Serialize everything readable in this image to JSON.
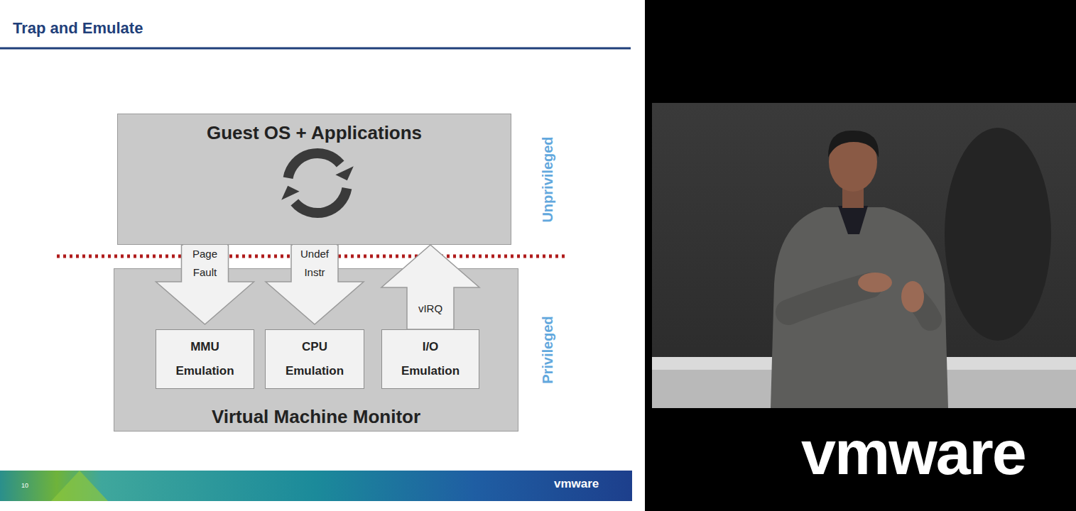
{
  "diagram": {
    "title": "Trap and Emulate",
    "nodes": [
      {
        "text": [
          "Guest OS + Applications"
        ]
      },
      {
        "text": [
          "Virtual Machine Monitor"
        ]
      },
      {
        "text": [
          "MMU Emulation"
        ],
        "in": 1
      },
      {
        "text": [
          "CPU Emulation"
        ],
        "in": 1
      },
      {
        "text": [
          "I/O Emulation"
        ],
        "in": 1
      }
    ],
    "edges": [
      {
        "from": 0,
        "to": 2,
        "label": "Page Fault",
        "arrow": "to"
      },
      {
        "from": 0,
        "to": 3,
        "label": "Undef Instr",
        "arrow": "to"
      },
      {
        "from": 4,
        "to": 0,
        "label": "vIRQ",
        "arrow": "to"
      }
    ],
    "labels": [
      "Unprivileged",
      "Privileged",
      "10",
      "vmware",
      "vmware"
    ]
  }
}
